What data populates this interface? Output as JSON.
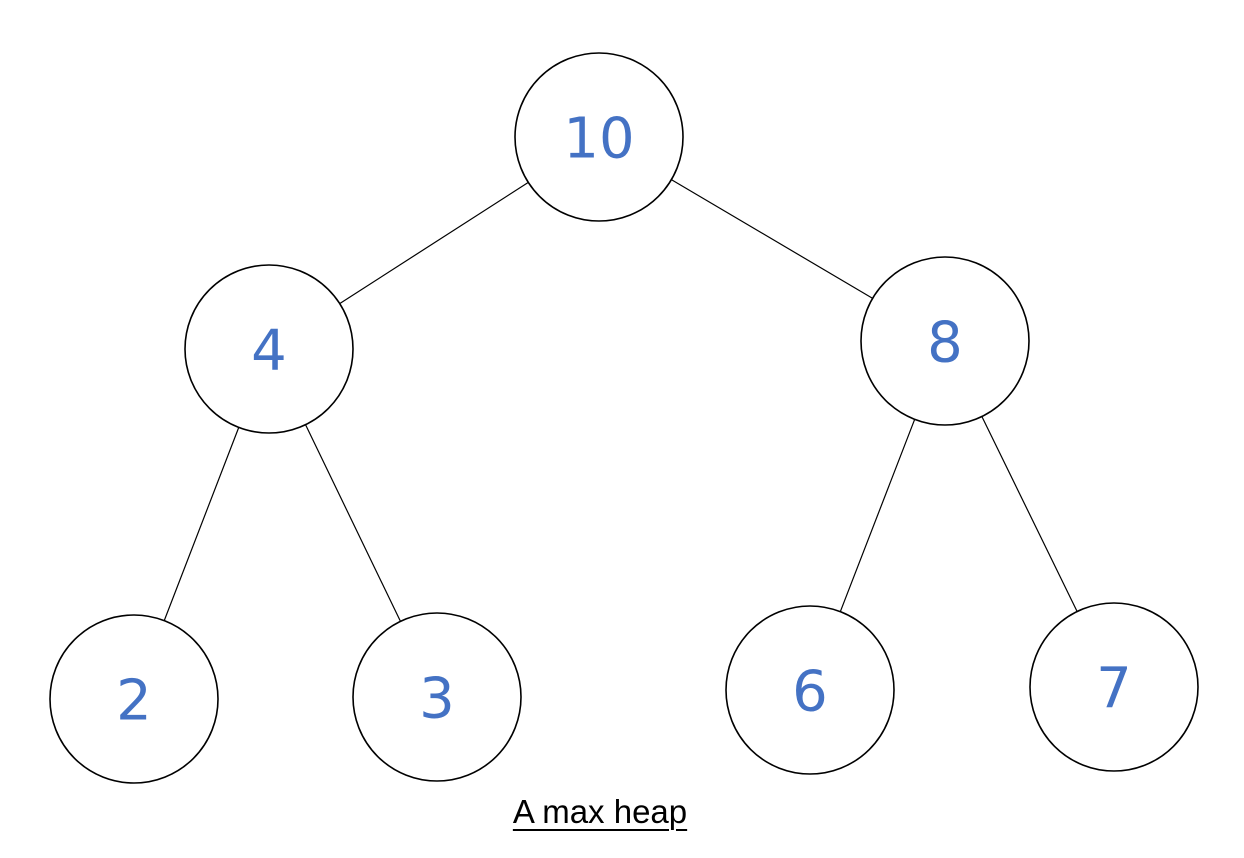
{
  "caption": "A max heap",
  "colors": {
    "node_text": "#4472C4",
    "node_stroke": "#000000",
    "edge": "#000000",
    "background": "#FFFFFF"
  },
  "tree": {
    "nodes": [
      {
        "id": "n10",
        "value": "10"
      },
      {
        "id": "n4",
        "value": "4"
      },
      {
        "id": "n8",
        "value": "8"
      },
      {
        "id": "n2",
        "value": "2"
      },
      {
        "id": "n3",
        "value": "3"
      },
      {
        "id": "n6",
        "value": "6"
      },
      {
        "id": "n7",
        "value": "7"
      }
    ],
    "edges": [
      {
        "from": "n10",
        "to": "n4"
      },
      {
        "from": "n10",
        "to": "n8"
      },
      {
        "from": "n4",
        "to": "n2"
      },
      {
        "from": "n4",
        "to": "n3"
      },
      {
        "from": "n8",
        "to": "n6"
      },
      {
        "from": "n8",
        "to": "n7"
      }
    ]
  }
}
